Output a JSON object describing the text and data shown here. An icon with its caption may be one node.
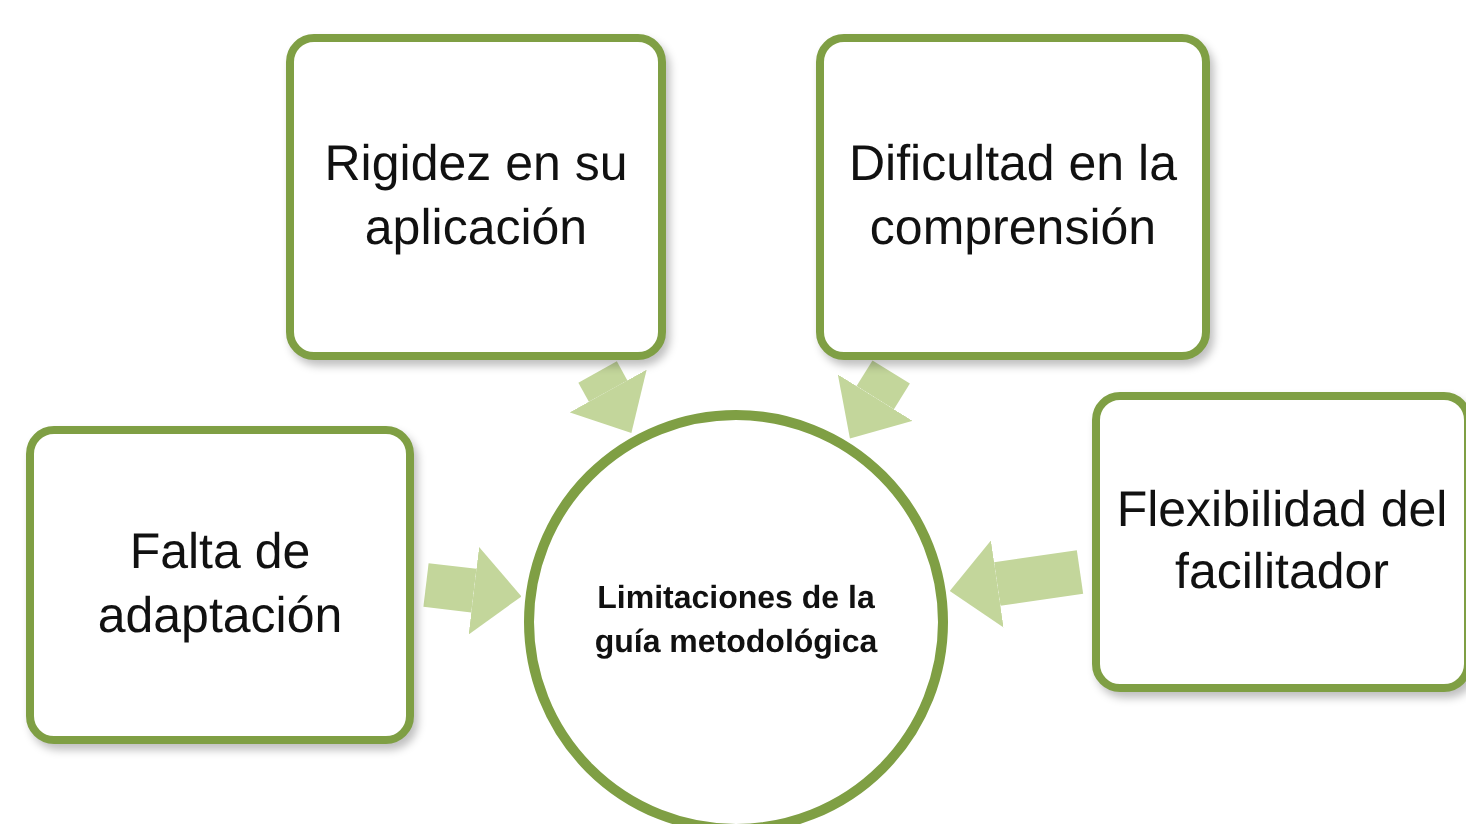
{
  "diagram": {
    "nodes": [
      {
        "text": [
          "Rigidez en su aplicación"
        ]
      },
      {
        "text": [
          "Dificultad en la comprensión"
        ]
      },
      {
        "text": [
          "Falta de adaptación"
        ]
      },
      {
        "text": [
          "Flexibilidad del facilitador"
        ]
      },
      {
        "text": [
          "Limitaciones de la guía metodológica"
        ]
      }
    ],
    "edges": [
      {
        "from": 0,
        "to": 4,
        "arrow": "to"
      },
      {
        "from": 1,
        "to": 4,
        "arrow": "to"
      },
      {
        "from": 2,
        "to": 4,
        "arrow": "to"
      },
      {
        "from": 3,
        "to": 4,
        "arrow": "to"
      }
    ]
  }
}
